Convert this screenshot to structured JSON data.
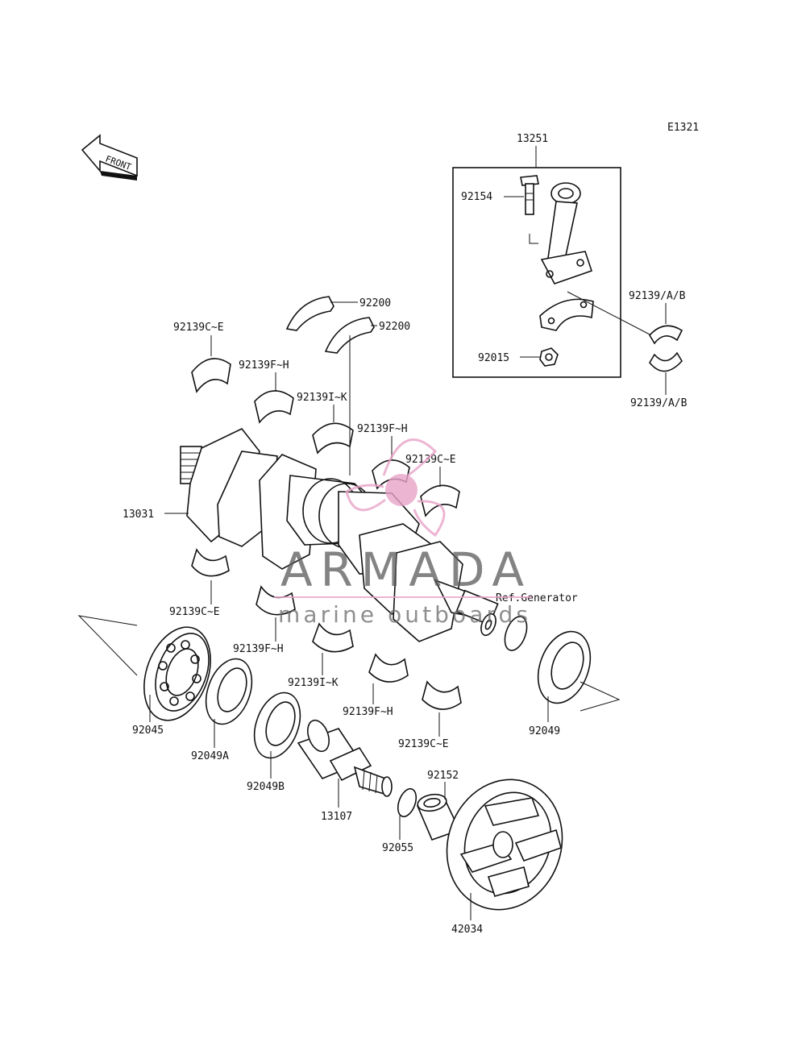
{
  "diagram_code": "E1321",
  "front_label": "FRONT",
  "parts": {
    "p13251": "13251",
    "p92154": "92154",
    "p92015": "92015",
    "p92139ab_upper": "92139/A/B",
    "p92139ab_lower": "92139/A/B",
    "p92200_a": "92200",
    "p92200_b": "92200",
    "p92139ce_1": "92139C~E",
    "p92139fh_1": "92139F~H",
    "p92139ik_1": "92139I~K",
    "p92139fh_2": "92139F~H",
    "p92139ce_2": "92139C~E",
    "p13031": "13031",
    "p92139ce_3": "92139C~E",
    "p92139fh_3": "92139F~H",
    "p92139ik_2": "92139I~K",
    "p92139fh_4": "92139F~H",
    "p92139ce_4": "92139C~E",
    "ref_generator": "Ref.Generator",
    "p92045": "92045",
    "p92049a": "92049A",
    "p92049b": "92049B",
    "p13107": "13107",
    "p92152": "92152",
    "p92055": "92055",
    "p42034": "42034",
    "p92049": "92049"
  },
  "watermark": {
    "brand": "ARMADA",
    "tagline": "marine outboards",
    "accent_color": "#e8a3c8",
    "text_color": "#5a5a5a"
  }
}
